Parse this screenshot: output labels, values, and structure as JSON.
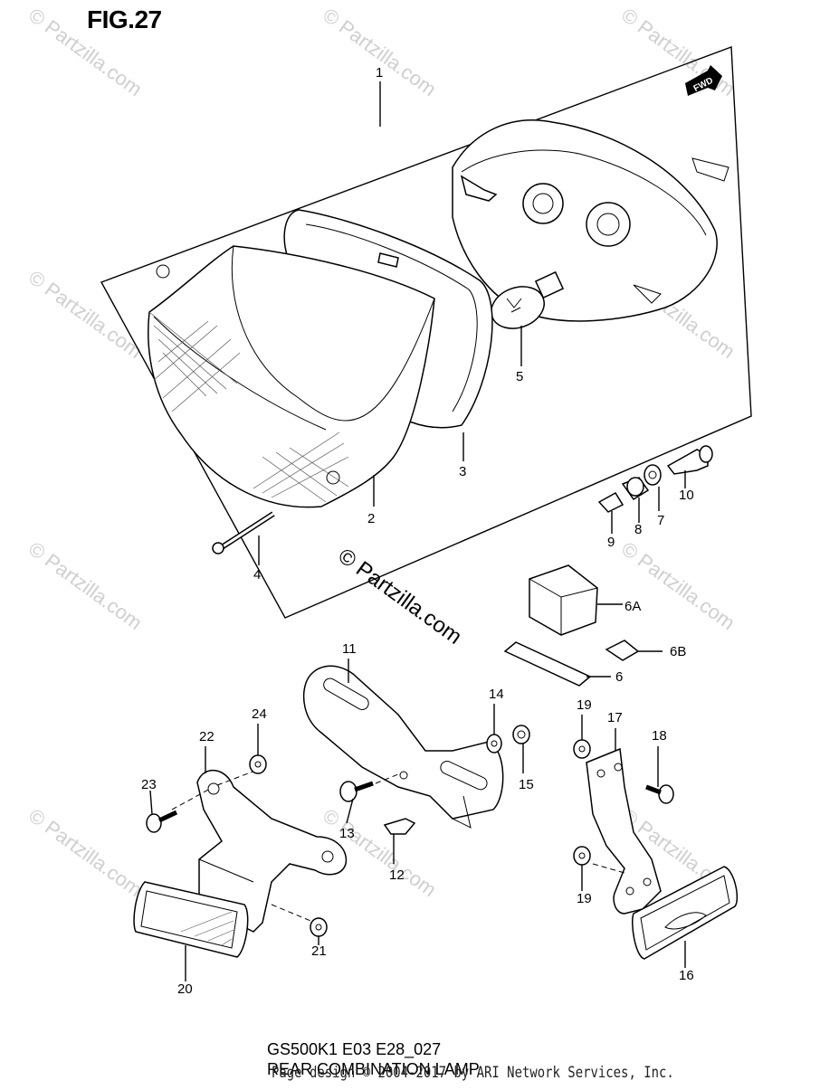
{
  "figure_title": "FIG.27",
  "direction_badge": "FWD",
  "watermark_center": "© Partzilla.com",
  "watermark_tile": "© Partzilla.com",
  "callouts": [
    "1",
    "2",
    "3",
    "4",
    "5",
    "6",
    "6A",
    "6B",
    "7",
    "8",
    "9",
    "10",
    "11",
    "12",
    "13",
    "14",
    "15",
    "16",
    "17",
    "18",
    "19",
    "19",
    "20",
    "21",
    "22",
    "23",
    "24"
  ],
  "caption_code": "GS500K1 E03 E28_027",
  "caption_title": "REAR COMBINATION LAMP",
  "footer": "Page design © 2004-2017 by ARI Network Services, Inc."
}
